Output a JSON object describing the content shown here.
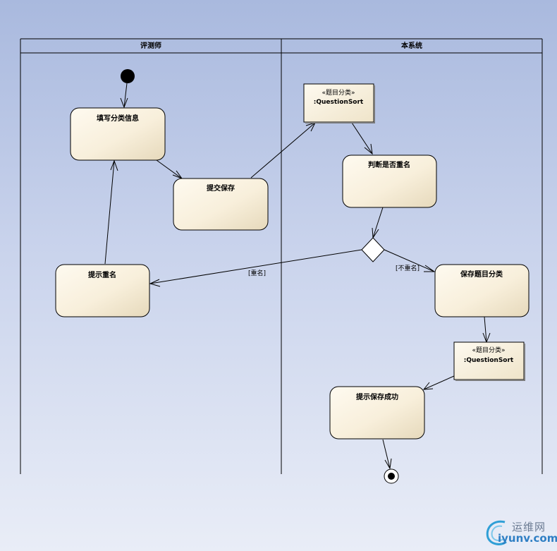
{
  "lanes": {
    "left": {
      "title": "评测师"
    },
    "right": {
      "title": "本系统"
    }
  },
  "actions": {
    "fill_info": "填写分类信息",
    "submit_save": "提交保存",
    "prompt_duplicate": "提示重名",
    "check_duplicate": "判断是否重名",
    "save_category": "保存题目分类",
    "prompt_success": "提示保存成功"
  },
  "objects": {
    "object_1": {
      "stereotype": "«题目分类»",
      "name": ":QuestionSort"
    },
    "object_2": {
      "stereotype": "«题目分类»",
      "name": ":QuestionSort"
    }
  },
  "guards": {
    "duplicate": "[重名]",
    "not_duplicate": "[不重名]"
  },
  "watermark": {
    "top": "运维网",
    "bottom": "iyunv.com"
  },
  "colors": {
    "action_fill_light": "#fdf8ee",
    "action_fill_dark": "#eadfc4",
    "background_top": "#a9b9de",
    "background_bottom": "#e9edf7",
    "watermark_blue": "#2f7fc4"
  }
}
